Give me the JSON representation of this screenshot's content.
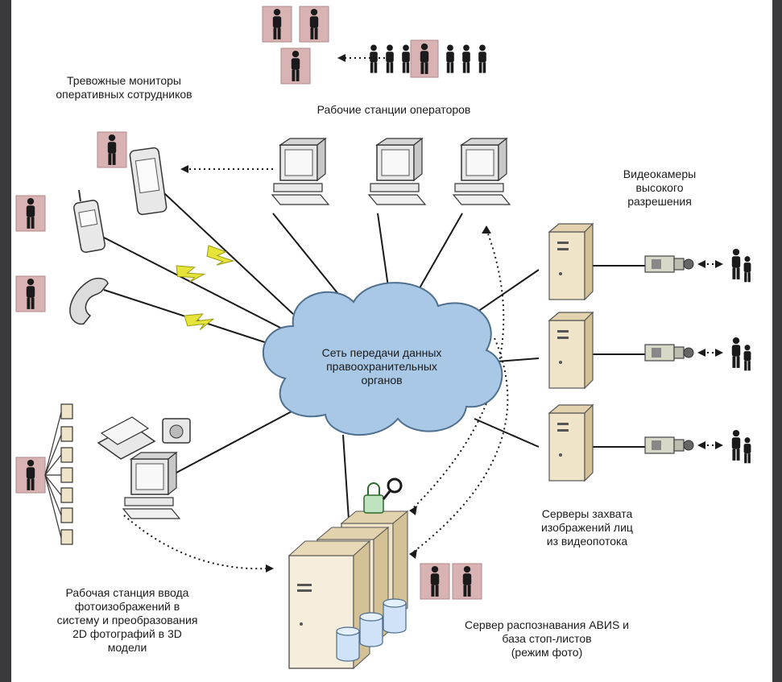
{
  "colors": {
    "page_bg": "#3a3a3c",
    "canvas_bg": "#ffffff",
    "cloud_fill": "#a9c8e6",
    "cloud_stroke": "#4f6f8f",
    "person_box": "#d9b3b3",
    "person": "#1a1a1a",
    "lightning": "#e6e43a",
    "device_fill": "#e8e8e8",
    "server_fill": "#efe3c8",
    "db_fill": "#cfe2f7"
  },
  "icons": [
    "person-icon",
    "computer-icon",
    "pda-icon",
    "cell-phone-icon",
    "phone-handset-icon",
    "server-icon",
    "video-camera-icon",
    "scanner-icon",
    "digital-camera-icon",
    "database-icon",
    "lock-icon",
    "cloud-icon",
    "lightning-icon",
    "photo-stack-icon"
  ],
  "labels": {
    "alarm_monitors": [
      "Тревожные мониторы",
      "оперативных сотрудников"
    ],
    "operator_workstations": [
      "Рабочие станции операторов"
    ],
    "hd_cameras": [
      "Видеокамеры",
      "высокого",
      "разрешения"
    ],
    "network": [
      "Сеть передачи данных",
      "правоохранительных",
      "органов"
    ],
    "capture_servers": [
      "Серверы захвата",
      "изображений лиц",
      "из видеопотока"
    ],
    "photo_input": [
      "Рабочая станция ввода",
      "фотоизображений в",
      "систему и преобразования",
      "2D фотографий в 3D",
      "модели"
    ],
    "abis_server": [
      "Сервер распознавания АВИS и",
      "база стоп-листов",
      "(режим фото)"
    ]
  }
}
